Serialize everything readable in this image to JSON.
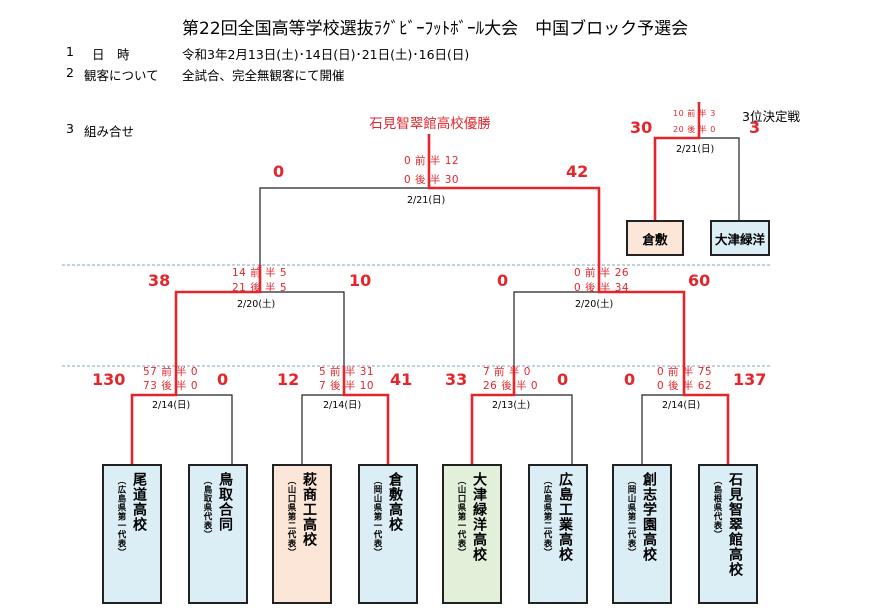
{
  "header": {
    "title": "第22回全国高等学校選抜ﾗｸﾞﾋﾞｰﾌｯﾄﾎﾞｰﾙ大会　中国ブロック予選会",
    "item1_num": "1",
    "item1_label": "日　時",
    "item1_value": "令和3年2月13日(土)･14日(日)･21日(土)･16日(日)",
    "item2_num": "2",
    "item2_label": "観客について",
    "item2_value": "全試合、完全無観客にて開催",
    "item3_num": "3",
    "item3_label": "組み合せ"
  },
  "champion": "石見智翠館高校優勝",
  "final": {
    "left_score": "0",
    "right_score": "42",
    "half1": "0 前 半 12",
    "half2": "0 後 半 30",
    "date": "2/21(日)"
  },
  "third_place": {
    "label": "3位決定戦",
    "left_score": "30",
    "right_score": "3",
    "half1": "10 前 半  3",
    "half2": "20 後 半  0",
    "date": "2/21(日)",
    "left_team": "倉敷",
    "right_team": "大津緑洋"
  },
  "semis": [
    {
      "left_score": "38",
      "right_score": "10",
      "half1": "14 前 半  5",
      "half2": "21 後 半  5",
      "date": "2/20(土)"
    },
    {
      "left_score": "0",
      "right_score": "60",
      "half1": "0 前 半 26",
      "half2": "0 後 半 34",
      "date": "2/20(土)"
    }
  ],
  "quarters": [
    {
      "left_score": "130",
      "right_score": "0",
      "half1": "57 前 半  0",
      "half2": "73 後 半  0",
      "date": "2/14(日)"
    },
    {
      "left_score": "12",
      "right_score": "41",
      "half1": "5 前 半 31",
      "half2": "7 後 半 10",
      "date": "2/14(日)"
    },
    {
      "left_score": "33",
      "right_score": "0",
      "half1": "7 前 半  0",
      "half2": "26 後 半  0",
      "date": "2/13(土)"
    },
    {
      "left_score": "0",
      "right_score": "137",
      "half1": "0 前 半 75",
      "half2": "0 後 半 62",
      "date": "2/14(日)"
    }
  ],
  "teams": [
    {
      "name": "尾道高校",
      "sub": "（広島県第一代表）"
    },
    {
      "name": "鳥取合同",
      "sub": "（鳥取県代表）"
    },
    {
      "name": "萩商工高校",
      "sub": "（山口県第二代表）"
    },
    {
      "name": "倉敷高校",
      "sub": "（岡山県第一代表）"
    },
    {
      "name": "大津緑洋高校",
      "sub": "（山口県第一代表）"
    },
    {
      "name": "広島工業高校",
      "sub": "（広島県第二代表）"
    },
    {
      "name": "創志学園高校",
      "sub": "（岡山県第二代表）"
    },
    {
      "name": "石見智翠館高校",
      "sub": "（島根県代表）"
    }
  ],
  "colors": {
    "winner": "#e3262c",
    "line": "#222222",
    "divider": "#7fa1bf",
    "box_blue": "#dbeef6",
    "box_pink": "#fbe6d8",
    "box_green": "#e2efd9"
  }
}
